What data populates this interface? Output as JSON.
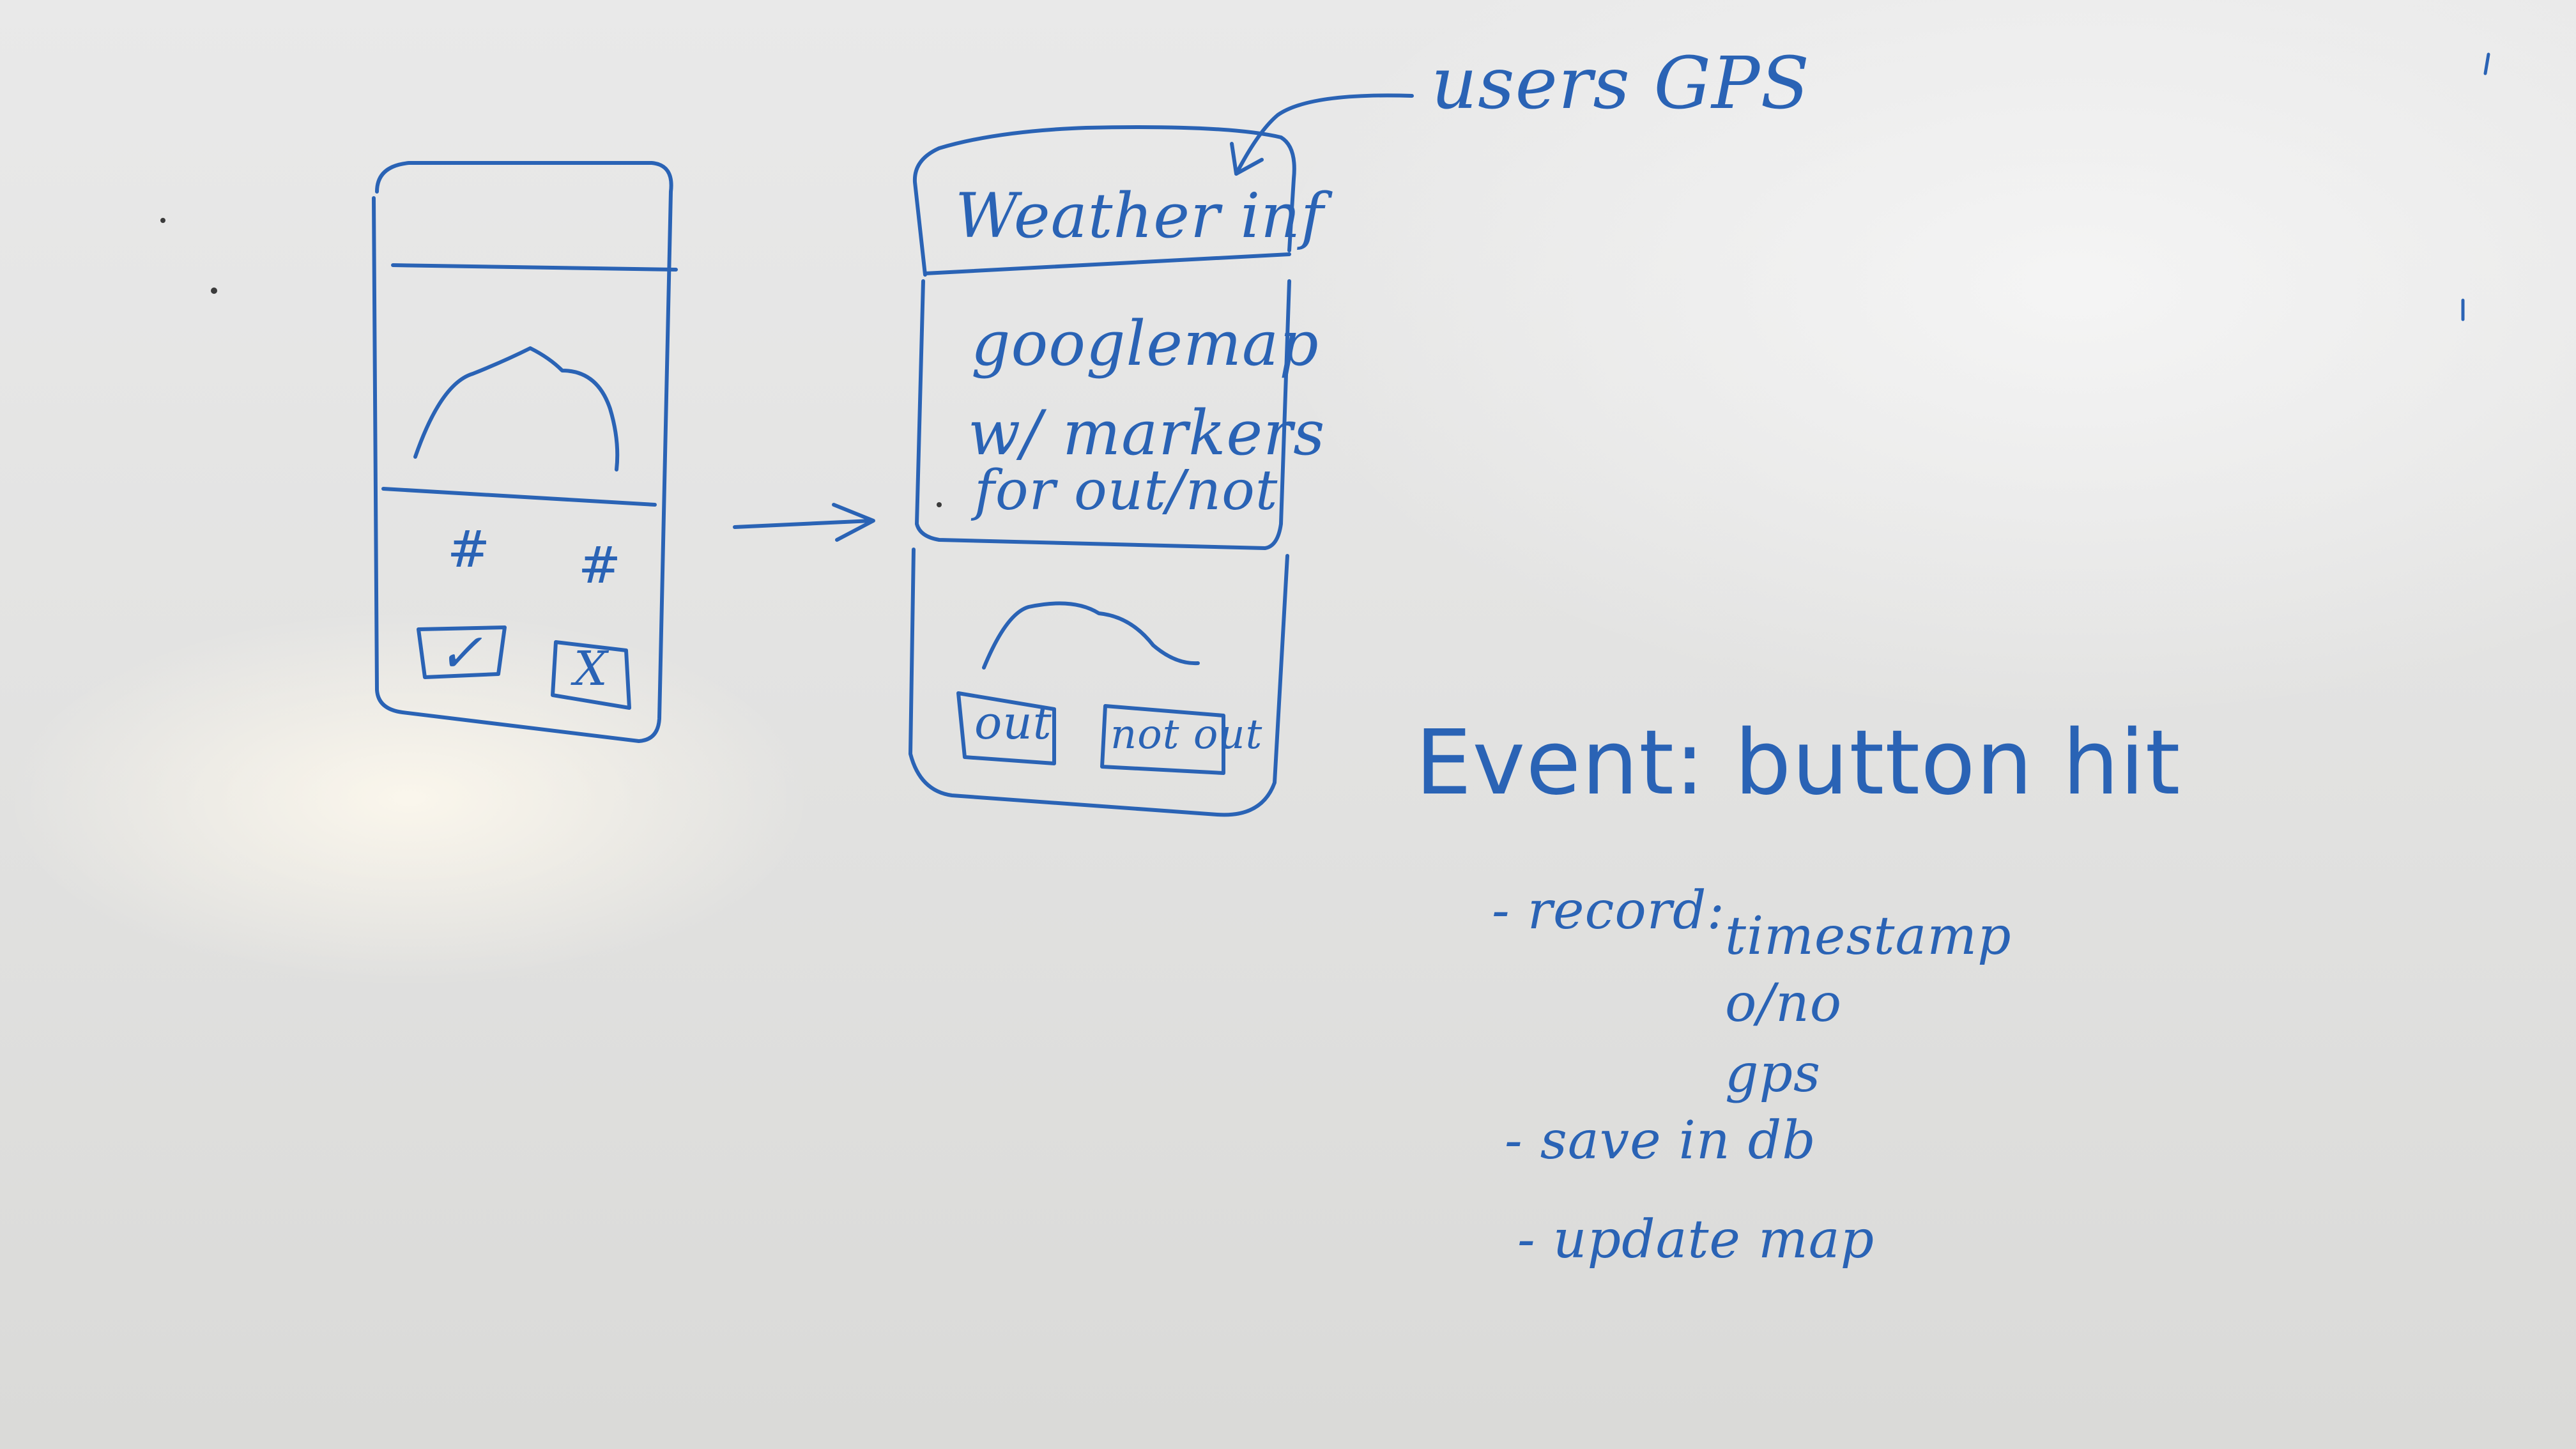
{
  "annotation": {
    "text": "users GPS"
  },
  "sketch_left": {
    "stat_left": "#",
    "stat_right": "#",
    "check_button": "✓",
    "x_button": "X"
  },
  "sketch_right": {
    "header": "Weather inf",
    "map_lines": [
      "googlemap",
      "w/ markers",
      "for out/not"
    ],
    "button_out": "out",
    "button_not_out": "not out"
  },
  "event_notes": {
    "title": "Event: button hit",
    "record_label": "- record:",
    "record_fields": [
      "timestamp",
      "o/no",
      "gps"
    ],
    "steps": [
      "- save in db",
      "- update map"
    ]
  },
  "colors": {
    "marker": "#2a63b5",
    "board": "#e6e6e5"
  }
}
